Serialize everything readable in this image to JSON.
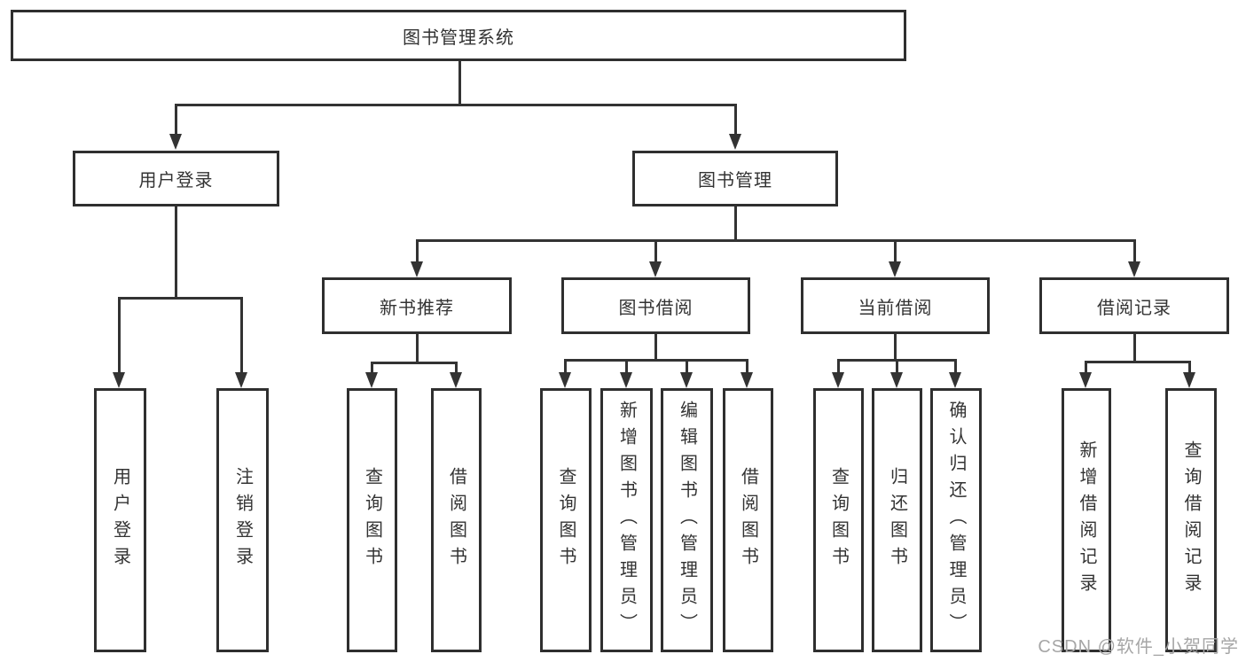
{
  "diagram": {
    "root": {
      "label": "图书管理系统"
    },
    "level2": [
      {
        "label": "用户登录"
      },
      {
        "label": "图书管理"
      }
    ],
    "level3": [
      {
        "label": "新书推荐"
      },
      {
        "label": "图书借阅"
      },
      {
        "label": "当前借阅"
      },
      {
        "label": "借阅记录"
      }
    ],
    "leaves": {
      "user_login": [
        "用户登录",
        "注销登录"
      ],
      "new_book_recommend": [
        "查询图书",
        "借阅图书"
      ],
      "book_borrowing": [
        "查询图书",
        "新增图书（管理员）",
        "编辑图书（管理员）",
        "借阅图书"
      ],
      "current_borrowing": [
        "查询图书",
        "归还图书",
        "确认归还（管理员）"
      ],
      "borrowing_records": [
        "新增借阅记录",
        "查询借阅记录"
      ]
    }
  },
  "watermark": {
    "text": "CSDN @软件_小贺同学"
  },
  "colors": {
    "line": "#333333",
    "background": "#ffffff",
    "watermark_text": "#a6a6a6"
  }
}
